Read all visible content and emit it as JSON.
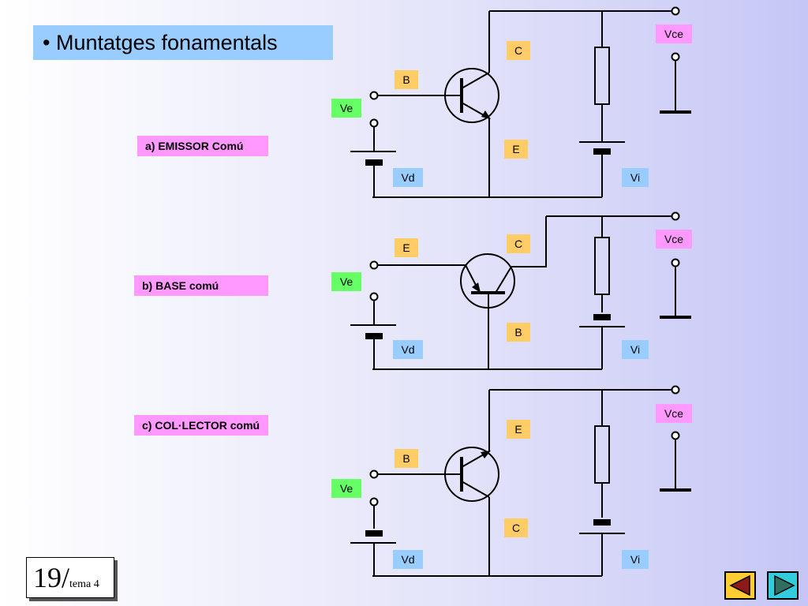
{
  "title": "• Muntatges fonamentals",
  "montages": [
    {
      "label": "a) EMISSOR Comú",
      "ve": "Ve",
      "vd": "Vd",
      "vi": "Vi",
      "vce": "Vce",
      "input_pin": "B",
      "top_pin": "C",
      "bottom_pin": "E"
    },
    {
      "label": "b) BASE comú",
      "ve": "Ve",
      "vd": "Vd",
      "vi": "Vi",
      "vce": "Vce",
      "input_pin": "E",
      "top_pin": "C",
      "bottom_pin": "B"
    },
    {
      "label": "c) COL·LECTOR comú",
      "ve": "Ve",
      "vd": "Vd",
      "vi": "Vi",
      "vce": "Vce",
      "input_pin": "B",
      "top_pin": "E",
      "bottom_pin": "C"
    }
  ],
  "page": {
    "number": "19/",
    "subtitle": "tema 4"
  },
  "nav": {
    "prev_icon": "triangle-left-icon",
    "next_icon": "triangle-right-icon",
    "prev_color": "#ffcc33",
    "next_color": "#33ccdd"
  },
  "colors": {
    "title_bg": "#99ccff",
    "label_bg": "#ff99ff",
    "pin_bg": "#ffcc66",
    "ve_bg": "#66ff66",
    "vd_bg": "#99ccff"
  }
}
